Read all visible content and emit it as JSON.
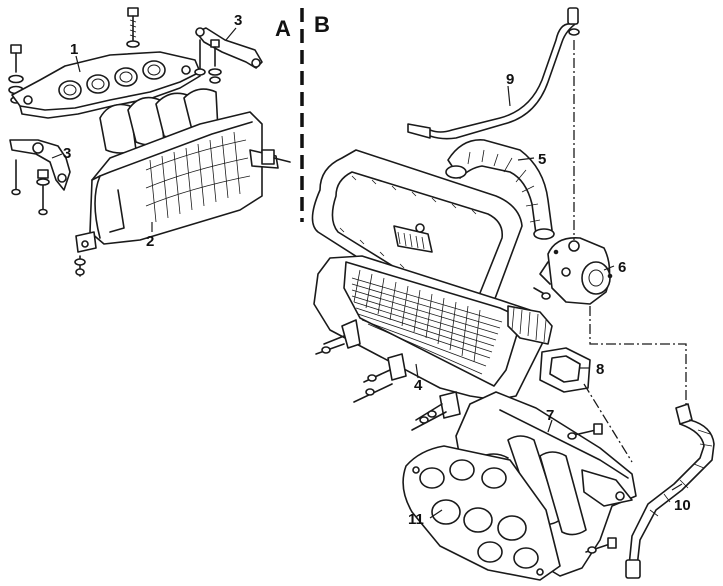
{
  "sections": {
    "a": "A",
    "b": "B"
  },
  "callouts": {
    "c1": "1",
    "c2": "2",
    "c3a": "3",
    "c3b": "3",
    "c4": "4",
    "c5": "5",
    "c6": "6",
    "c7": "7",
    "c8": "8",
    "c9": "9",
    "c10": "10",
    "c11": "11"
  },
  "colors": {
    "ink": "#1a1a1a",
    "paper": "#ffffff"
  }
}
